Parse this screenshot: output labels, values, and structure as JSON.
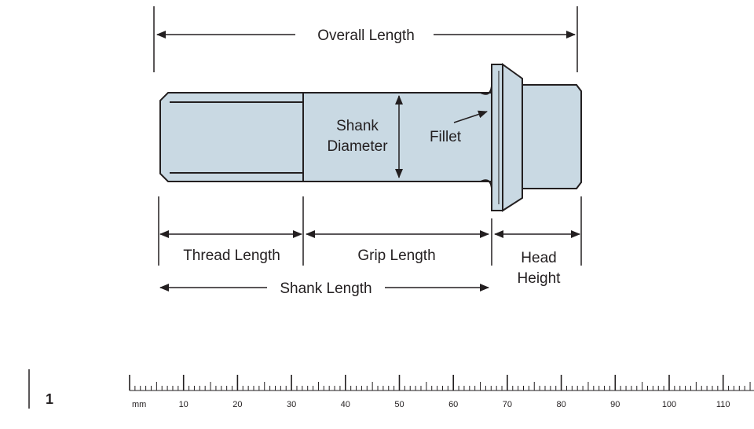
{
  "diagram": {
    "labels": {
      "overall_length": "Overall Length",
      "shank_diameter_line1": "Shank",
      "shank_diameter_line2": "Diameter",
      "fillet": "Fillet",
      "thread_length": "Thread Length",
      "grip_length": "Grip Length",
      "head_height_line1": "Head",
      "head_height_line2": "Height",
      "shank_length": "Shank Length"
    },
    "colors": {
      "bolt_fill": "#c9d9e3",
      "outline": "#231f20"
    }
  },
  "page_number": "1",
  "ruler": {
    "unit": "mm",
    "labels": [
      "10",
      "20",
      "30",
      "40",
      "50",
      "60",
      "70",
      "80",
      "90",
      "100",
      "110"
    ]
  }
}
